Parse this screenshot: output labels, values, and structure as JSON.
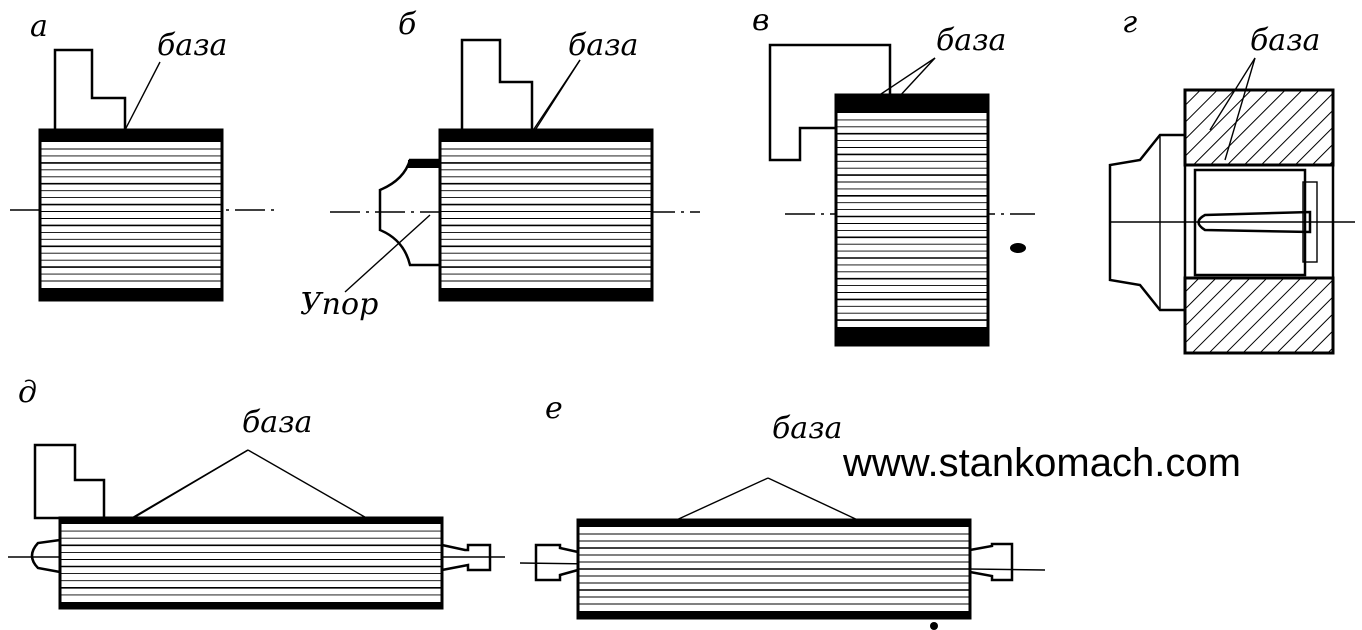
{
  "panels": {
    "a": {
      "letter": "а",
      "base_label": "база"
    },
    "b": {
      "letter": "б",
      "base_label": "база",
      "stop_label": "Упор"
    },
    "v": {
      "letter": "в",
      "base_label": "база"
    },
    "g": {
      "letter": "г",
      "base_label": "база"
    },
    "d": {
      "letter": "д",
      "base_label": "база"
    },
    "e": {
      "letter": "е",
      "base_label": "база"
    }
  },
  "watermark": "www.stankomach.com",
  "colors": {
    "ink": "#000000",
    "paper": "#ffffff"
  }
}
